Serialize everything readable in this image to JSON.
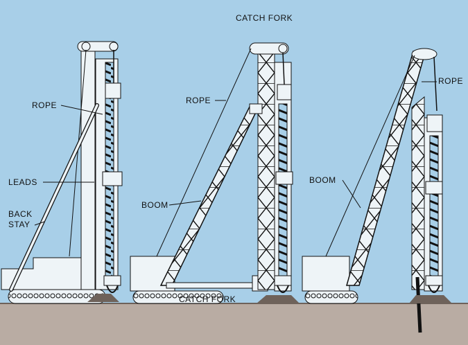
{
  "colors": {
    "sky": "#a8cfe8",
    "ground": "#b9aca3",
    "machine": "#eef4f7",
    "ink": "#111111"
  },
  "labels": {
    "title": "CATCH FORK",
    "rope": "ROPE",
    "leads": "LEADS",
    "back": "BACK",
    "stay": "STAY",
    "boom": "BOOM",
    "catch_fork": "CATCH FORK"
  }
}
